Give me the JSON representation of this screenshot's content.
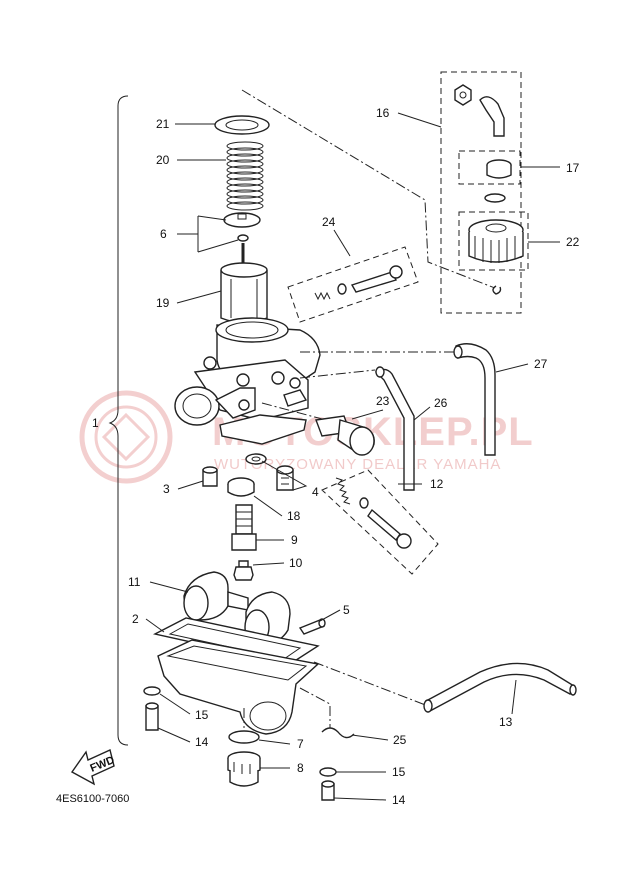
{
  "diagram_code": "4ES6100-7060",
  "fwd_label": "FWD",
  "watermark": {
    "main": "MOTOSKLEP.PL",
    "sub": "WUTORYZOWANY DEALER YAMAHA"
  },
  "callouts": {
    "c1": "1",
    "c2": "2",
    "c3": "3",
    "c4": "4",
    "c5": "5",
    "c6": "6",
    "c7": "7",
    "c8": "8",
    "c9": "9",
    "c10": "10",
    "c11": "11",
    "c12": "12",
    "c13": "13",
    "c14a": "14",
    "c14b": "14",
    "c15a": "15",
    "c15b": "15",
    "c16": "16",
    "c17": "17",
    "c18": "18",
    "c19": "19",
    "c20": "20",
    "c21": "21",
    "c22": "22",
    "c23": "23",
    "c24": "24",
    "c25": "25",
    "c26": "26",
    "c27": "27"
  }
}
